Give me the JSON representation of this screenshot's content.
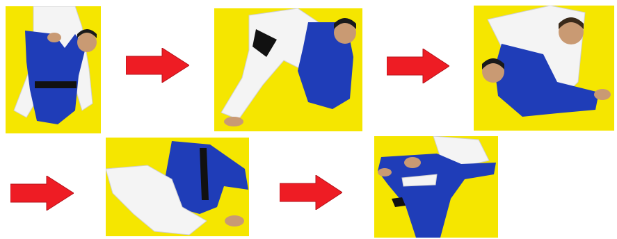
{
  "sequence": {
    "background_color": "#f5e600",
    "arrow_color": "#ee1c24",
    "arrow_icon": "right-arrow-icon",
    "gi_colors": {
      "white_gi": "#f4f4f4",
      "blue_gi": "#1f3db8",
      "black_belt": "#111111",
      "skin": "#c99a73",
      "hair": "#1a1a1a"
    },
    "steps": [
      {
        "step": 1
      },
      {
        "step": 2
      },
      {
        "step": 3
      },
      {
        "step": 4
      },
      {
        "step": 5
      }
    ]
  }
}
